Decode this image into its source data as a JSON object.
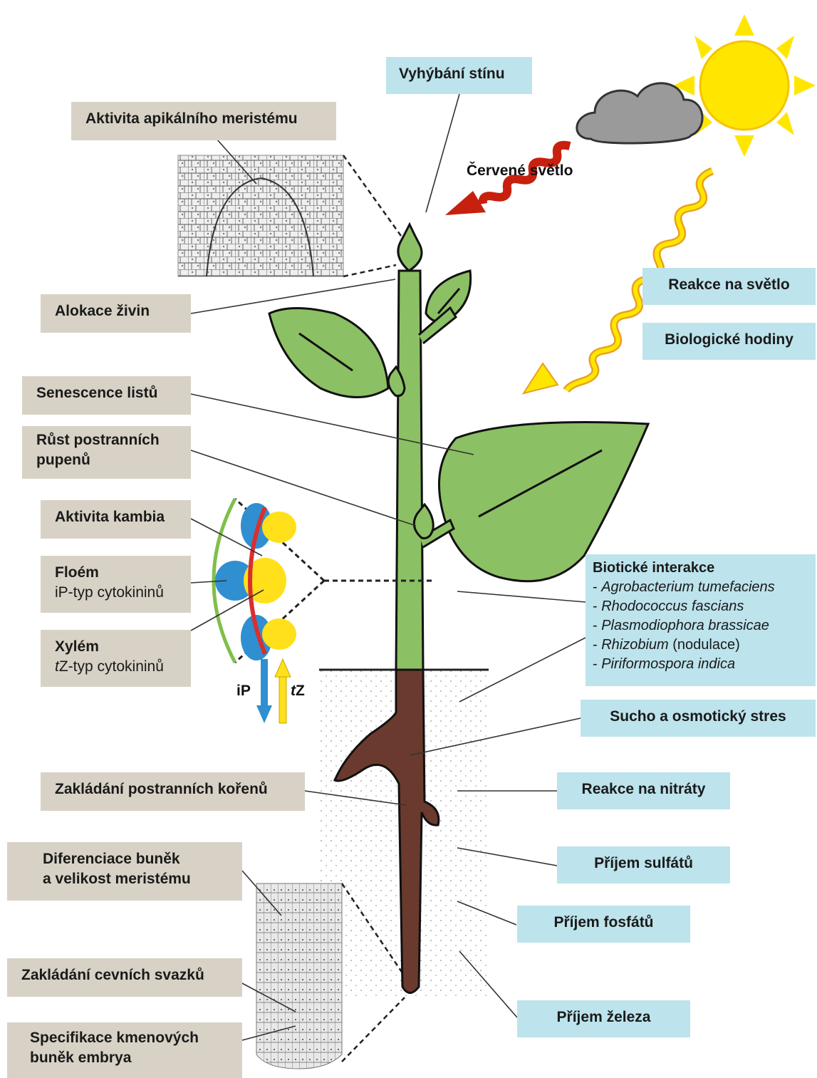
{
  "labels": {
    "shade": "Vyhýbání stínu",
    "red_light": "Červené světlo",
    "apical": "Aktivita apikálního meristému",
    "allocation": "Alokace živin",
    "senescence": "Senescence listů",
    "buds_1": "Růst postranních",
    "buds_2": "pupenů",
    "cambium": "Aktivita kambia",
    "phloem_title": "Floém",
    "phloem_sub": "iP-typ cytokininů",
    "xylem_title": "Xylém",
    "xylem_sub_italic": "t",
    "xylem_sub_rest": "Z-typ cytokininů",
    "ip_arrow": "iP",
    "tz_italic": "t",
    "tz_rest": "Z",
    "light": "Reakce na světlo",
    "clock": "Biologické hodiny",
    "biotic_title": "Biotické interakce",
    "biotic_1": "Agrobacterium tumefaciens",
    "biotic_2": "Rhodococcus fascians",
    "biotic_3": "Plasmodiophora brassicae",
    "biotic_4": "Rhizobium",
    "biotic_4_extra": " (nodulace)",
    "biotic_5": "Piriformospora indica",
    "dash": "- ",
    "drought": "Sucho a osmotický stres",
    "lateral_roots": "Zakládání postranních kořenů",
    "nitrate": "Reakce na nitráty",
    "sulfate": "Příjem sulfátů",
    "diff_1": "Diferenciace buněk",
    "diff_2": "a velikost meristému",
    "phosphate": "Příjem fosfátů",
    "vascular": "Zakládání cevních svazků",
    "stem_1": "Specifikace kmenových",
    "stem_2": "buněk embrya",
    "iron": "Příjem železa"
  },
  "colors": {
    "grey_box": "#d8d2c6",
    "blue_box": "#bde3ec",
    "shoot": "#8cc064",
    "root": "#6b3a2e",
    "sun": "#ffe600",
    "cloud": "#9a9a9a",
    "red_light": "#c8200e",
    "phloem_blue": "#2f8fd0",
    "xylem_yellow": "#ffe01a",
    "cambium_red": "#d83030"
  }
}
